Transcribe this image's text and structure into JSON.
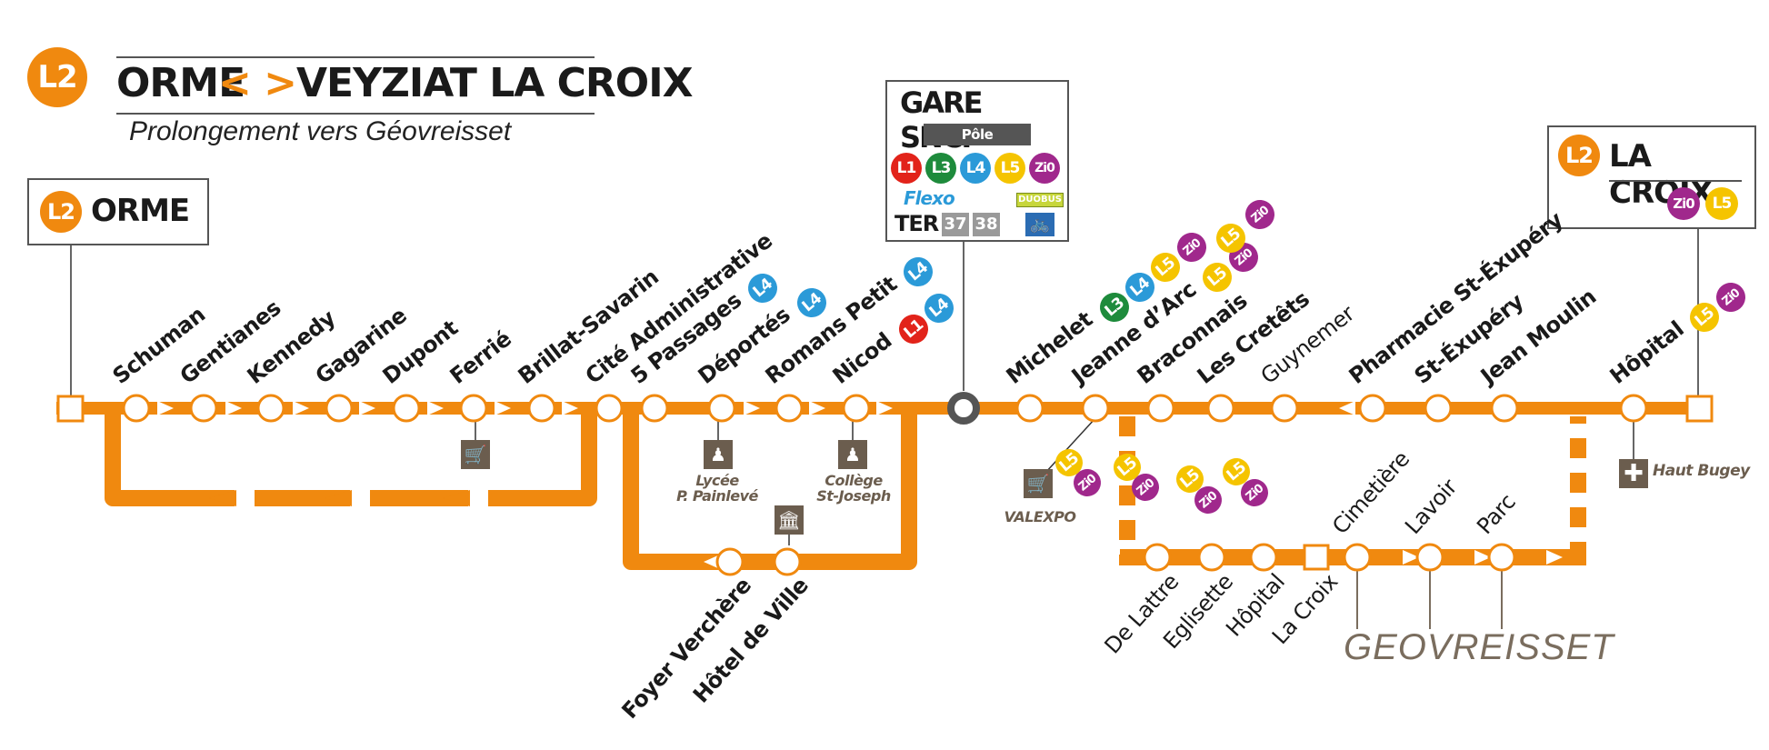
{
  "header": {
    "line_badge": "L2",
    "from": "ORME",
    "arrows": "< >",
    "to": "VEYZIAT LA CROIX",
    "subtitle": "Prolongement vers Géovreisset"
  },
  "terminus_left": {
    "badge": "L2",
    "name": "ORME"
  },
  "terminus_right": {
    "badge": "L2",
    "name": "LA CROIX",
    "connections": [
      "Zi0",
      "L5"
    ]
  },
  "gare": {
    "title": "GARE SNCF",
    "subtitle": "Pôle d’Échanges",
    "lines": [
      "L1",
      "L3",
      "L4",
      "L5",
      "Zi0"
    ],
    "flexo": "Flexo",
    "duobus": "DUOBUS",
    "ter": "TER",
    "ter_lines": [
      "37",
      "38"
    ]
  },
  "colors": {
    "line": "#f0890f",
    "L1": "#e2231a",
    "L2": "#f0890f",
    "L3": "#1e8b3c",
    "L4": "#2b9ad8",
    "L5": "#f5c400",
    "Zi0": "#a0288c",
    "poi": "#6b5d4e"
  },
  "stops_main": [
    {
      "name": "Schuman",
      "conn": []
    },
    {
      "name": "Gentianes",
      "conn": []
    },
    {
      "name": "Kennedy",
      "conn": []
    },
    {
      "name": "Gagarine",
      "conn": []
    },
    {
      "name": "Dupont",
      "conn": []
    },
    {
      "name": "Ferrié",
      "conn": []
    },
    {
      "name": "Brillat-Savarin",
      "conn": []
    },
    {
      "name": "Cité Administrative",
      "conn": []
    },
    {
      "name": "5 Passages",
      "conn": [
        "L4"
      ]
    },
    {
      "name": "Déportés",
      "conn": [
        "L4"
      ]
    },
    {
      "name": "Romans Petit",
      "conn": [
        "L4"
      ]
    },
    {
      "name": "Nicod",
      "conn": [
        "L1",
        "L4"
      ]
    },
    {
      "name": "Michelet",
      "conn": [
        "L3",
        "L4",
        "L5",
        "Zi0"
      ]
    },
    {
      "name": "Jeanne d’Arc",
      "conn": [
        "L5",
        "Zi0"
      ]
    },
    {
      "name": "Braconnais",
      "conn": []
    },
    {
      "name": "Les Cretêts",
      "conn": []
    },
    {
      "name": "Guynemer",
      "conn": []
    },
    {
      "name": "Pharmacie St-Éxupéry",
      "conn": []
    },
    {
      "name": "St-Éxupéry",
      "conn": []
    },
    {
      "name": "Jean Moulin",
      "conn": []
    },
    {
      "name": "Hôpital",
      "conn": [
        "L5",
        "Zi0"
      ]
    }
  ],
  "stops_loop_bottom": [
    "Foyer Verchère",
    "Hôtel de Ville"
  ],
  "stops_geo_left": [
    {
      "name": "De Lattre",
      "conn": [
        "L5",
        "Zi0"
      ]
    },
    {
      "name": "Eglisette",
      "conn": [
        "L5",
        "Zi0"
      ]
    },
    {
      "name": "Hôpital",
      "conn": [
        "L5",
        "Zi0"
      ]
    },
    {
      "name": "La Croix",
      "conn": [
        "L5",
        "Zi0"
      ]
    }
  ],
  "stops_geo_right": [
    "Cimetière",
    "Lavoir",
    "Parc"
  ],
  "geovreisset_label": "GEOVREISSET",
  "pois": {
    "lycee": "Lycée\nP. Painlevé",
    "college": "Collège\nSt-Joseph",
    "valexpo": "VALEXPO",
    "haut_bugey": "Haut Bugey"
  }
}
